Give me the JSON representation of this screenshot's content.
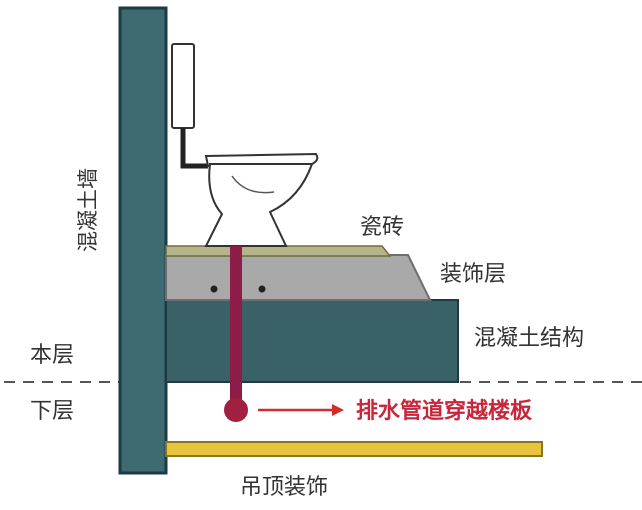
{
  "labels": {
    "concrete_wall": "混凝土墙",
    "tile": "瓷砖",
    "decoration_layer": "装饰层",
    "concrete_structure": "混凝土结构",
    "this_floor": "本层",
    "lower_floor": "下层",
    "drain_pipe_note": "排水管道穿越楼板",
    "ceiling_decoration": "吊顶装饰"
  },
  "colors": {
    "wall": "#3e6a72",
    "wall_edge": "#1f3a40",
    "slab": "#3a6166",
    "decoration": "#a9a9a9",
    "tile": "#b6b58a",
    "pipe": "#8e1c48",
    "arrow": "#d62b2b",
    "ceiling": "#e6c43c",
    "dashed_line": "#555555",
    "text": "#333333",
    "note_text": "#c8263a"
  }
}
